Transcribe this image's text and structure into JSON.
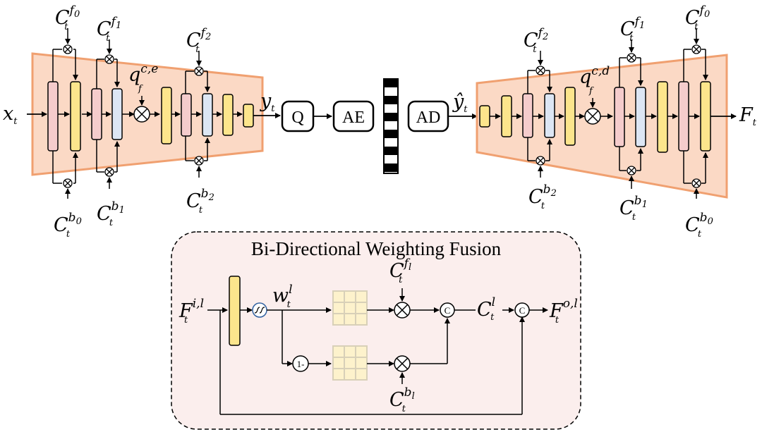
{
  "encoder": {
    "input": "x",
    "input_sub": "t",
    "output": "y",
    "output_sub": "t",
    "q_label": "q",
    "q_sup": "c,e",
    "q_sub": "f"
  },
  "decoder": {
    "input": "ŷ",
    "input_sub": "t",
    "output": "F",
    "output_sub": "t",
    "q_label": "q",
    "q_sup": "c,d",
    "q_sub": "f"
  },
  "pipeline": {
    "q": "Q",
    "ae": "AE",
    "ad": "AD"
  },
  "conditions": {
    "c": "C",
    "t": "t",
    "f0": "f",
    "f0i": "0",
    "f1": "f",
    "f1i": "1",
    "f2": "f",
    "f2i": "2",
    "b0": "b",
    "b0i": "0",
    "b1": "b",
    "b1i": "1",
    "b2": "b",
    "b2i": "2"
  },
  "fusion": {
    "title": "Bi-Directional Weighting Fusion",
    "input": "F",
    "input_sup": "i,l",
    "input_sub": "t",
    "weight": "w",
    "weight_sup": "l",
    "weight_sub": "t",
    "one_minus": "1-",
    "concat": "C",
    "cl": "C",
    "cl_sup": "l",
    "cl_sub": "t",
    "output": "F",
    "output_sup": "o,l",
    "output_sub": "t",
    "cf": "C",
    "cf_sup": "f",
    "cf_supsub": "l",
    "cf_sub": "t",
    "cb": "C",
    "cb_sup": "b",
    "cb_supsub": "l",
    "cb_sub": "t"
  },
  "colors": {
    "pink": "#f5cccc",
    "yellow": "#fce58c",
    "blue": "#dce6f4",
    "trapezoid": "#fbd9c5",
    "trapezoid_edge": "#f0a070",
    "panel": "#fbeeed",
    "grid": "#fdf2cc"
  }
}
